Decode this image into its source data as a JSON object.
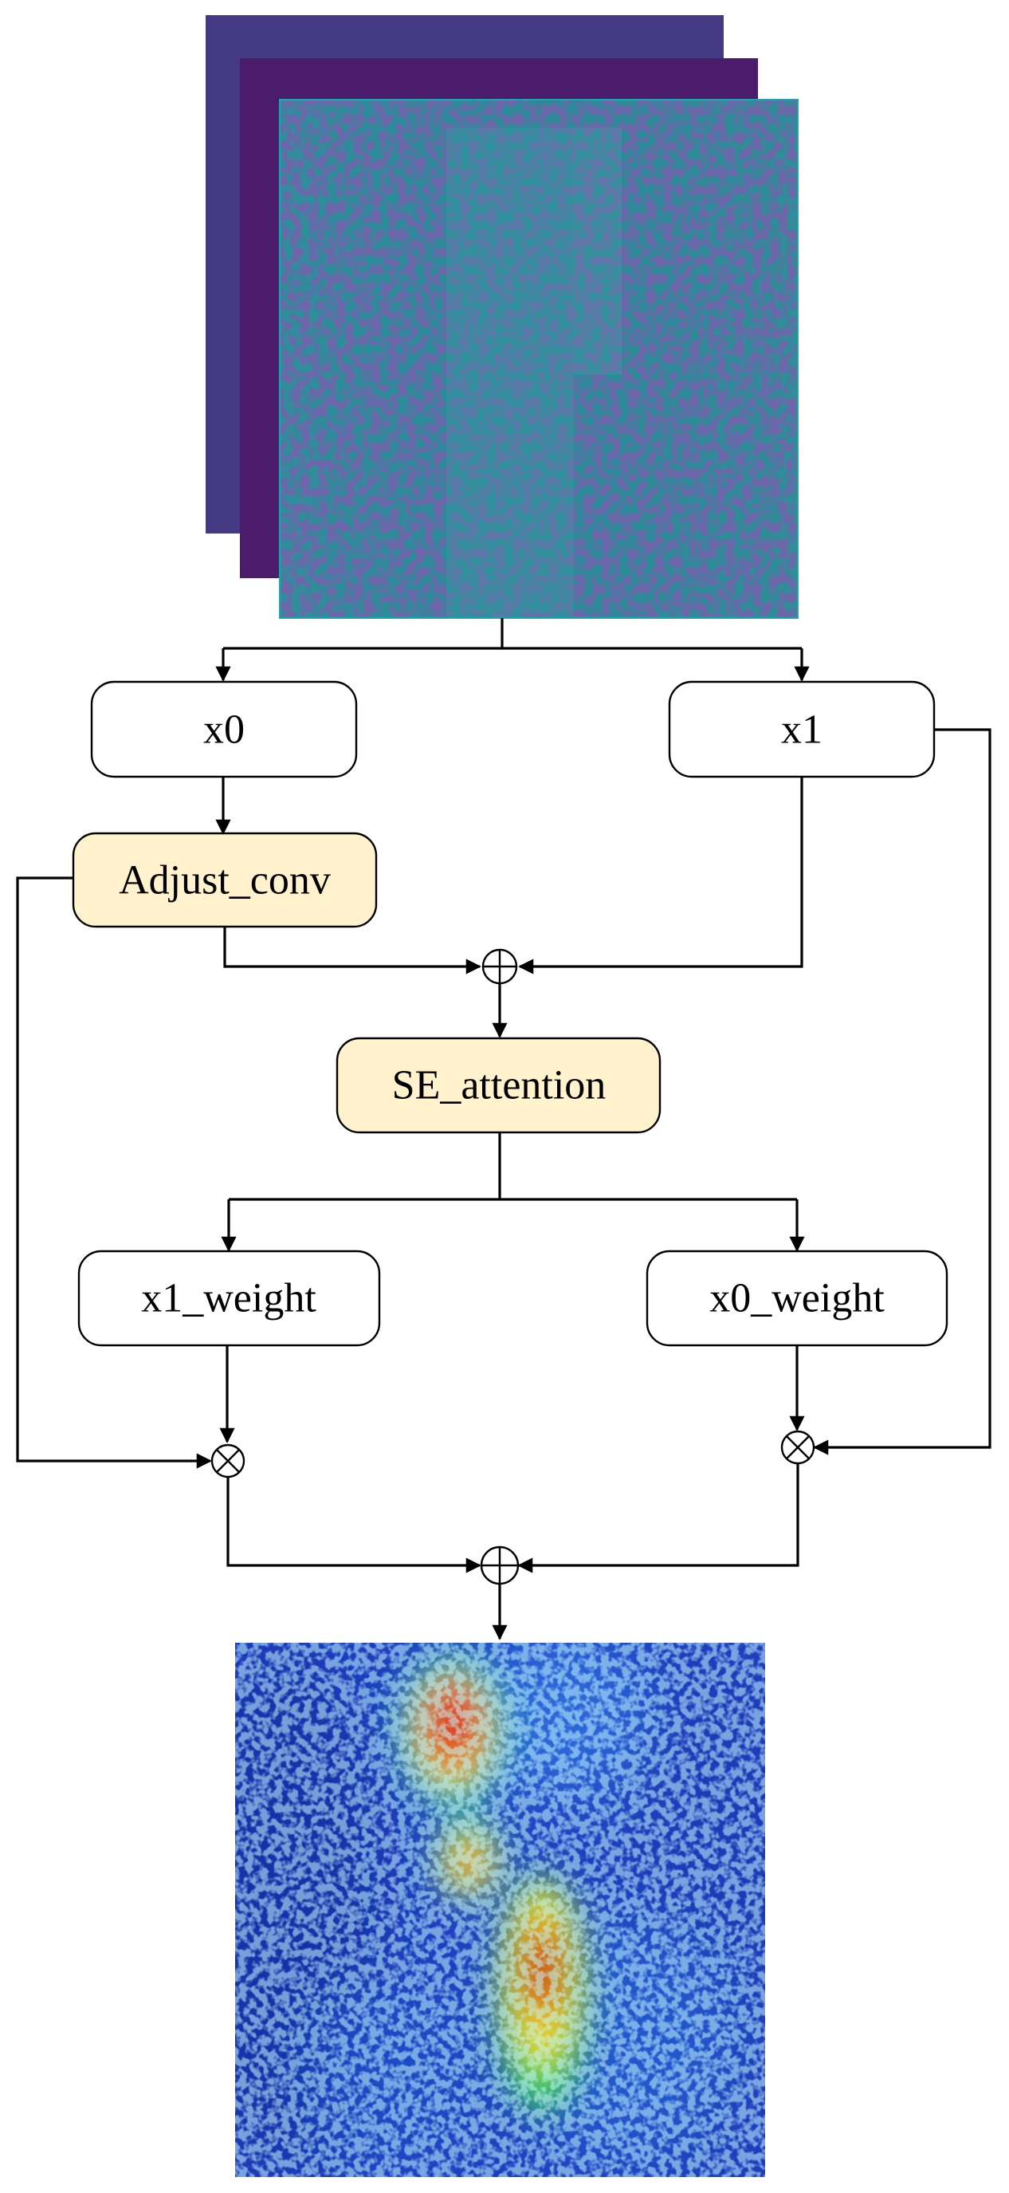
{
  "nodes": {
    "x0": "x0",
    "x1": "x1",
    "adjust_conv": "Adjust_conv",
    "se_attention": "SE_attention",
    "x1_weight": "x1_weight",
    "x0_weight": "x0_weight"
  },
  "colors": {
    "highlight_fill": "#fff2cc",
    "box_stroke": "#000000",
    "feature_back": "#443a83",
    "feature_middle": "#4b1c6b",
    "feature_front": "#2a8c9a",
    "heatmap_base": "#1f3fbf"
  },
  "operators": {
    "add": "circled-plus",
    "multiply": "circled-times"
  }
}
